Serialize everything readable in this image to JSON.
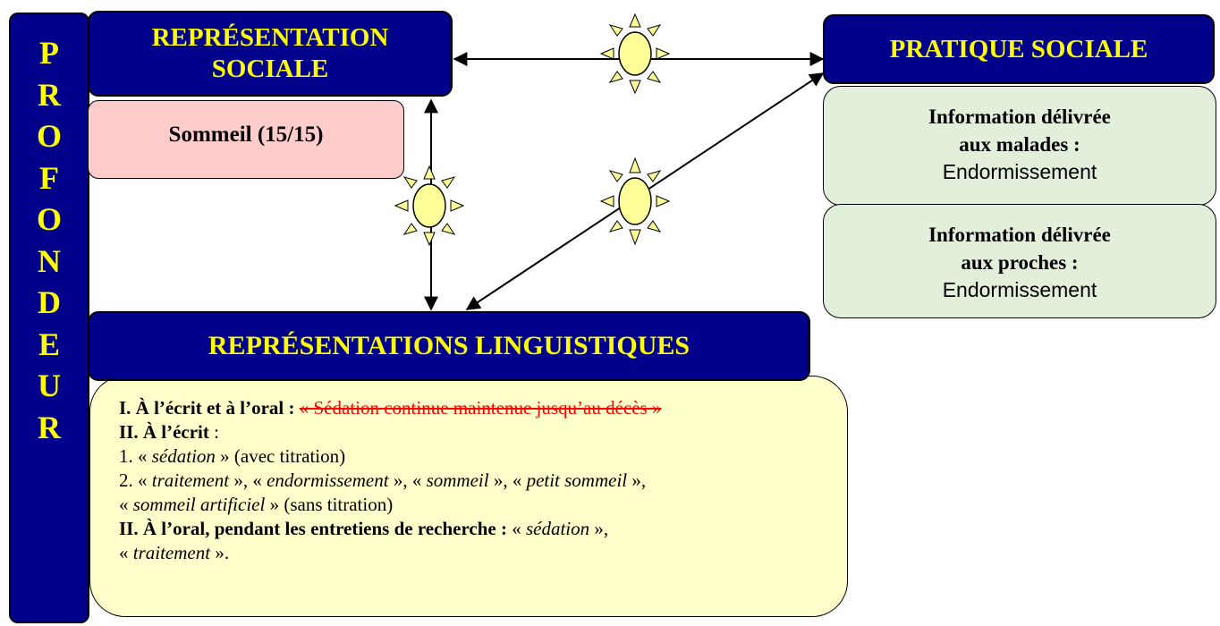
{
  "vertical_label": [
    "P",
    "R",
    "O",
    "F",
    "O",
    "N",
    "D",
    "E",
    "U",
    "R"
  ],
  "rep_sociale": {
    "line1": "REPRÉSENTATION",
    "line2": "SOCIALE"
  },
  "sommeil": "Sommeil (15/15)",
  "pratique_sociale": "PRATIQUE SOCIALE",
  "info_malades": {
    "title1": "Information délivrée",
    "title2": "aux malades :",
    "value": "Endormissement"
  },
  "info_proches": {
    "title1": "Information délivrée",
    "title2": "aux proches :",
    "value": "Endormissement"
  },
  "rep_ling": "REPRÉSENTATIONS LINGUISTIQUES",
  "ling_box": {
    "l1_label": "I. À l’écrit et à l’oral : ",
    "l1_strike": "« Sédation continue maintenue jusqu’au décès »",
    "l2_label": "II. À l’écrit",
    "l2_rest": " :",
    "l3_a": "1. « ",
    "l3_term": "sédation",
    "l3_b": " » (avec titration)",
    "l4_a": "2. « ",
    "l4_t1": "traitement",
    "l4_b": " », « ",
    "l4_t2": "endormissement",
    "l4_c": " », « ",
    "l4_t3": "sommeil",
    "l4_d": " », « ",
    "l4_t4": "petit sommeil",
    "l4_e": " »,",
    "l5_a": "« ",
    "l5_term": "sommeil artificiel",
    "l5_b": " » (sans titration)",
    "l6_label": "II. À l’oral, pendant les entretiens de recherche : ",
    "l6_a": "« ",
    "l6_term": "sédation",
    "l6_b": " »,",
    "l7_a": "« ",
    "l7_term": "traitement",
    "l7_b": " »."
  },
  "colors": {
    "header_bg": "#00008b",
    "header_text": "#ffff00",
    "pink_box": "#ffcccc",
    "green_box": "#e2efda",
    "yellow_box": "#ffffcc",
    "sun_fill": "#ffff99",
    "strike_text": "#ff0000"
  },
  "icons": [
    "sun-icon",
    "sun-icon",
    "sun-icon",
    "double-arrow"
  ]
}
